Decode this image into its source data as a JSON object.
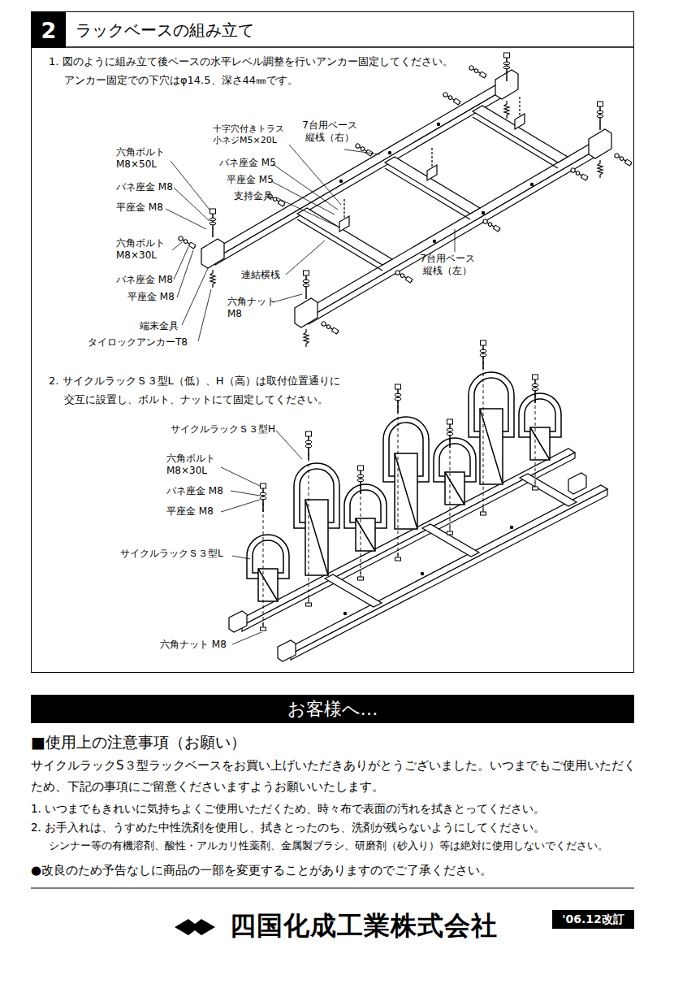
{
  "diagram": {
    "nodes": [
      {
        "text": [
          "ラックベースの組み立て"
        ]
      },
      {
        "text": [
          "2"
        ],
        "in": 0
      },
      {
        "text": [
          "お客様へ…"
        ]
      },
      {
        "text": [
          "'06.12改訂"
        ]
      }
    ],
    "labels": [
      "1. 図のように組み立て後ベースの水平レベル調整を行いアンカー固定してください。",
      "アンカー固定での下穴はφ14.5、深さ44㎜です。",
      "十字穴付きトラス 小ネジM5×20L",
      "7台用ベース 縦桟（右）",
      "バネ座金 M5",
      "平座金 M5",
      "支持金具",
      "六角ボルト M8×50L",
      "バネ座金 M8",
      "平座金 M8",
      "六角ボルト M8×30L",
      "バネ座金 M8",
      "平座金 M8",
      "連結横桟",
      "7台用ベース 縦桟（左）",
      "六角ナット M8",
      "端末金具",
      "タイロックアンカーT8",
      "2. サイクルラックＳ３型L（低）、H（高）は取付位置通りに",
      "交互に設置し、ボルト、ナットにて固定してください。",
      "サイクルラックＳ３型H",
      "六角ボルト M8×30L",
      "バネ座金 M8",
      "平座金 M8",
      "サイクルラックＳ３型L",
      "六角ナット M8",
      "■使用上の注意事項（お願い）",
      "サイクルラックS３型ラックベースをお買い上げいただきありがとうございました。いつまでもご使用いただくため、下記の事項にご留意くださいますようお願いいたします。",
      "1. いつまでもきれいに気持ちよくご使用いただくため、時々布で表面の汚れを拭きとってください。",
      "2. お手入れは、うすめた中性洗剤を使用し、拭きとったのち、洗剤が残らないようにしてください。",
      "シンナー等の有機溶剤、酸性・アルカリ性薬剤、金属製ブラシ、研磨剤（砂入り）等は絶対に使用しないでください。",
      "●改良のため予告なしに商品の一部を変更することがありますのでご了承ください。",
      "四国化成工業株式会社"
    ]
  }
}
